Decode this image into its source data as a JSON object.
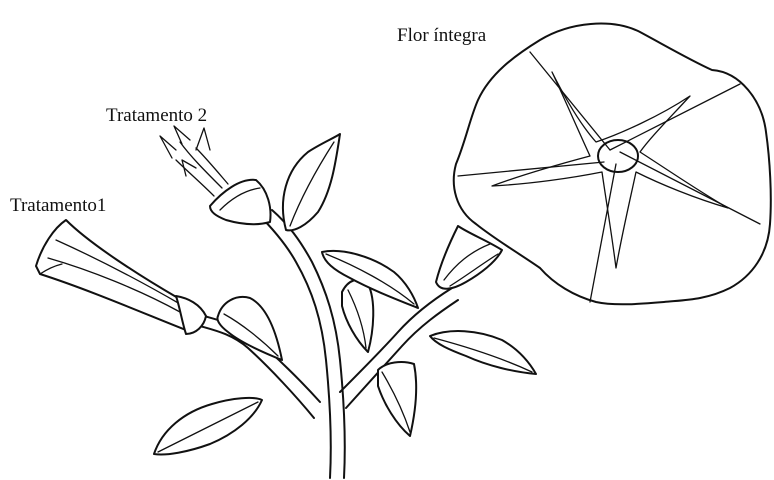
{
  "labels": {
    "whole_flower": "Flor íntegra",
    "treatment_2": "Tratamento 2",
    "treatment_1": "Tratamento1"
  },
  "colors": {
    "ink": "#111111",
    "background": "#ffffff"
  }
}
